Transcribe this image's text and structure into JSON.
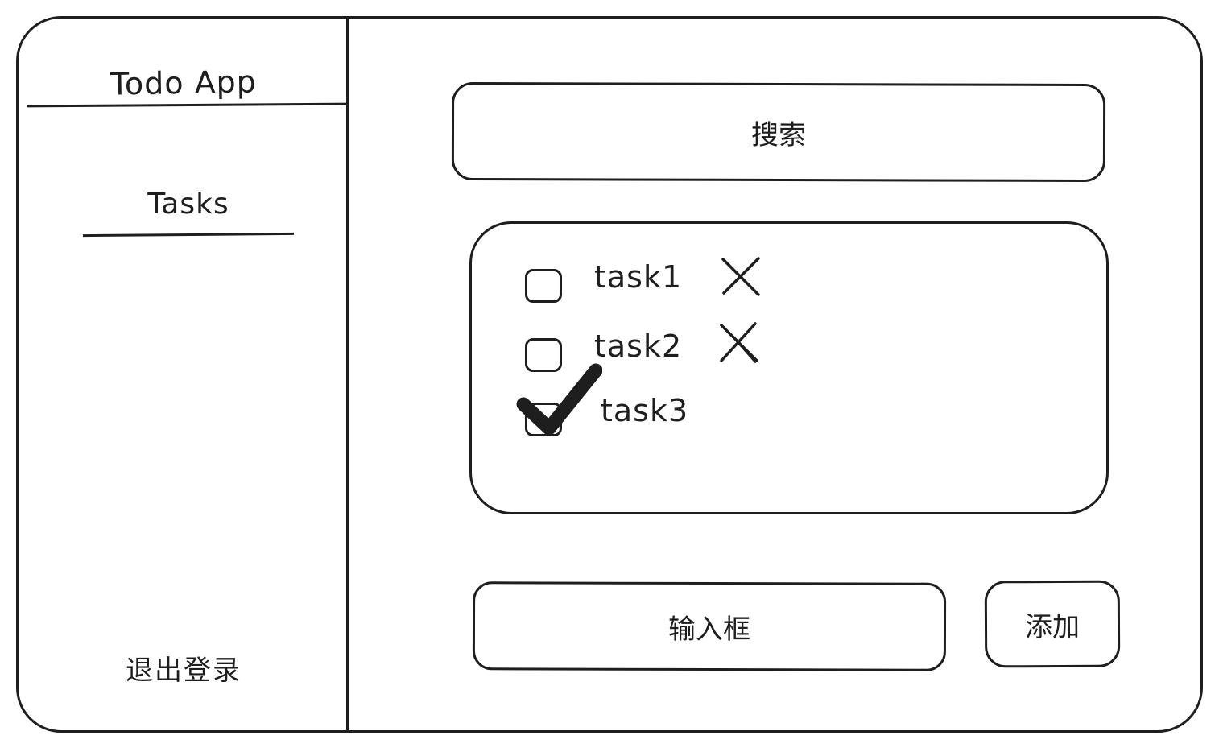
{
  "sidebar": {
    "app_title": "Todo App",
    "nav_items": [
      {
        "label": "Tasks"
      }
    ],
    "logout_label": "退出登录"
  },
  "main": {
    "search": {
      "label": "搜索"
    },
    "tasks": [
      {
        "label": "task1",
        "checked": false,
        "delete_icon": "close-icon"
      },
      {
        "label": "task2",
        "checked": false,
        "delete_icon": "close-icon"
      },
      {
        "label": "task3",
        "checked": true,
        "check_icon": "check-icon"
      }
    ],
    "input": {
      "label": "输入框"
    },
    "add_button": {
      "label": "添加"
    }
  }
}
